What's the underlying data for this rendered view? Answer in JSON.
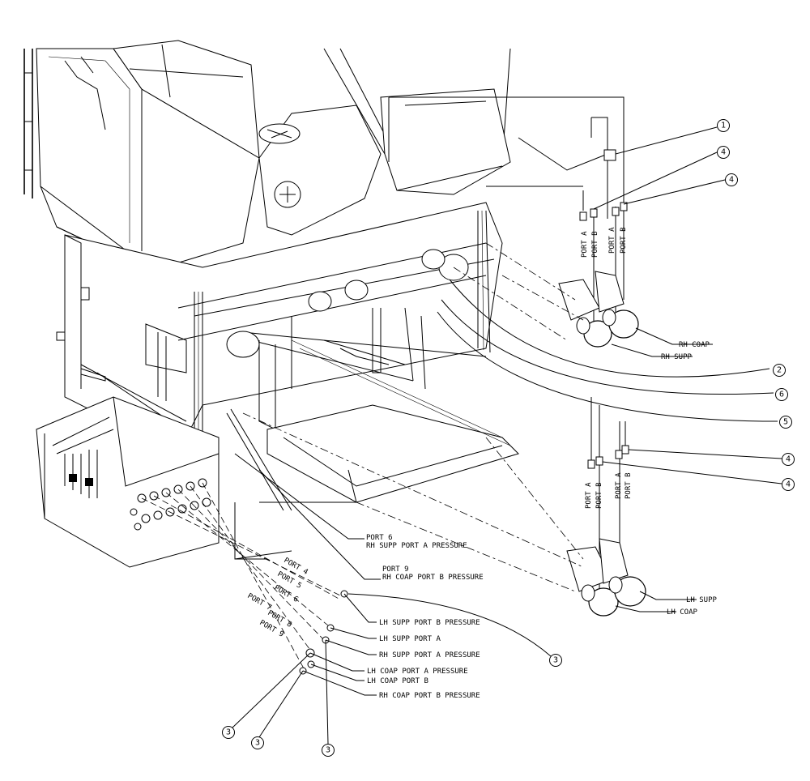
{
  "callouts": {
    "c1": "1",
    "c2": "2",
    "c3a": "3",
    "c3b": "3",
    "c3c": "3",
    "c3d": "3",
    "c4a": "4",
    "c4b": "4",
    "c4c": "4",
    "c4d": "4",
    "c5": "5",
    "c6": "6"
  },
  "port_labels_upper": {
    "port_a_1": "PORT A",
    "port_b_1": "PORT B",
    "port_a_2": "PORT A",
    "port_b_2": "PORT B"
  },
  "port_labels_lower": {
    "port_a_1": "PORT A",
    "port_b_1": "PORT B",
    "port_a_2": "PORT A",
    "port_b_2": "PORT B"
  },
  "component_labels": {
    "rh_coap": "RH COAP",
    "rh_supp": "RH SUPP",
    "lh_supp": "LH SUPP",
    "lh_coap": "LH COAP"
  },
  "port_callouts": {
    "port6_line1": "PORT 6",
    "port6_line2": "RH SUPP PORT A PRESSURE",
    "port9_line1": "PORT 9",
    "port9_line2": "RH COAP PORT B PRESSURE"
  },
  "panel_port_tags": {
    "p4": "PORT 4",
    "p5": "PORT 5",
    "p6": "PORT 6",
    "p7": "PORT 7",
    "p8": "PORT 8",
    "p9": "PORT 9"
  },
  "pressure_list": {
    "l1": "LH SUPP PORT B PRESSURE",
    "l2": "LH SUPP PORT A",
    "l3": "RH SUPP PORT A PRESSURE",
    "l4": "LH COAP PORT A PRESSURE",
    "l5": "LH COAP PORT B",
    "l6": "RH COAP PORT B PRESSURE"
  }
}
